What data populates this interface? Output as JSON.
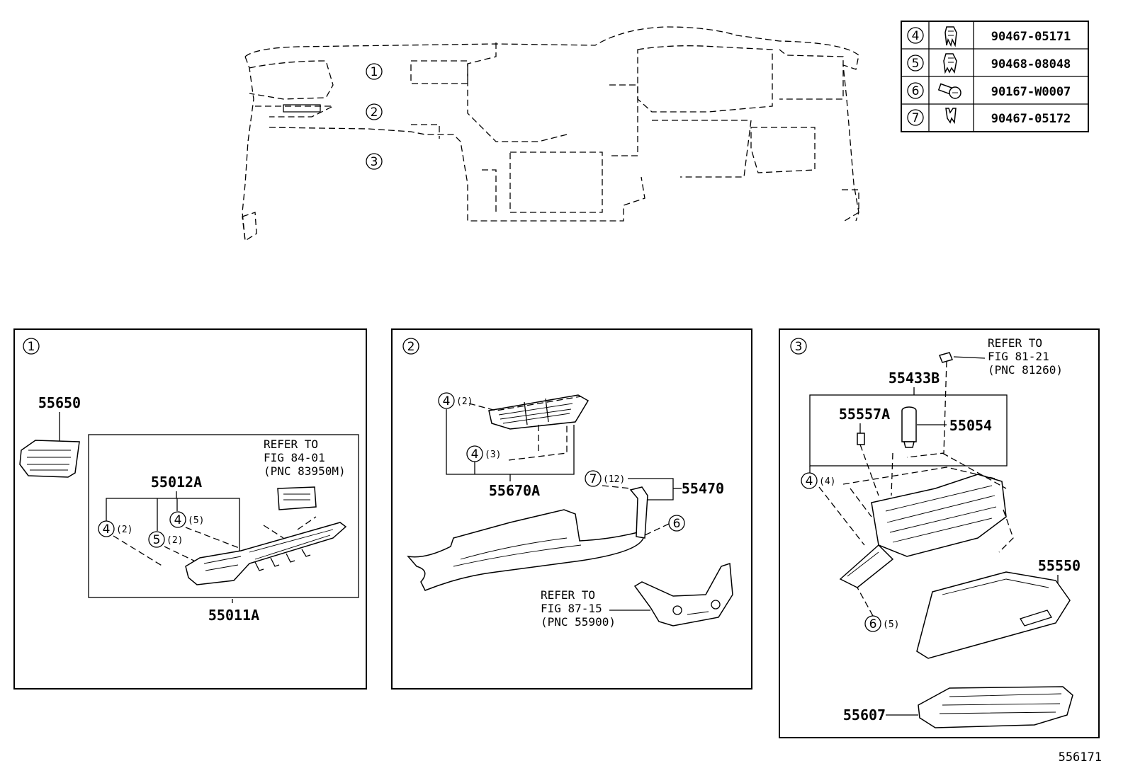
{
  "legend": [
    {
      "num": "4",
      "part": "90467-05171",
      "icon": "clip-icon"
    },
    {
      "num": "5",
      "part": "90468-08048",
      "icon": "clip-icon"
    },
    {
      "num": "6",
      "part": "90167-W0007",
      "icon": "screw-icon"
    },
    {
      "num": "7",
      "part": "90467-05172",
      "icon": "clip-icon"
    }
  ],
  "overview": {
    "callouts": [
      "1",
      "2",
      "3"
    ]
  },
  "panel1": {
    "num": "1",
    "parts": {
      "p55650": "55650",
      "p55012A": "55012A",
      "p55011A": "55011A"
    },
    "refer": [
      "REFER TO",
      "FIG 84-01",
      "(PNC 83950M)"
    ],
    "callouts": [
      {
        "num": "4",
        "qty": "(2)"
      },
      {
        "num": "5",
        "qty": "(2)"
      },
      {
        "num": "4",
        "qty": "(5)"
      }
    ]
  },
  "panel2": {
    "num": "2",
    "parts": {
      "p55670A": "55670A",
      "p55470": "55470"
    },
    "refer": [
      "REFER TO",
      "FIG 87-15",
      "(PNC 55900)"
    ],
    "callouts": [
      {
        "num": "4",
        "qty": "(2)"
      },
      {
        "num": "4",
        "qty": "(3)"
      },
      {
        "num": "7",
        "qty": "(12)"
      },
      {
        "num": "6",
        "qty": ""
      }
    ]
  },
  "panel3": {
    "num": "3",
    "parts": {
      "p55433B": "55433B",
      "p55557A": "55557A",
      "p55054": "55054",
      "p55550": "55550",
      "p55607": "55607"
    },
    "refer": [
      "REFER TO",
      "FIG 81-21",
      "(PNC 81260)"
    ],
    "callouts": [
      {
        "num": "4",
        "qty": "(4)"
      },
      {
        "num": "6",
        "qty": "(5)"
      }
    ]
  },
  "figure_id": "556171"
}
